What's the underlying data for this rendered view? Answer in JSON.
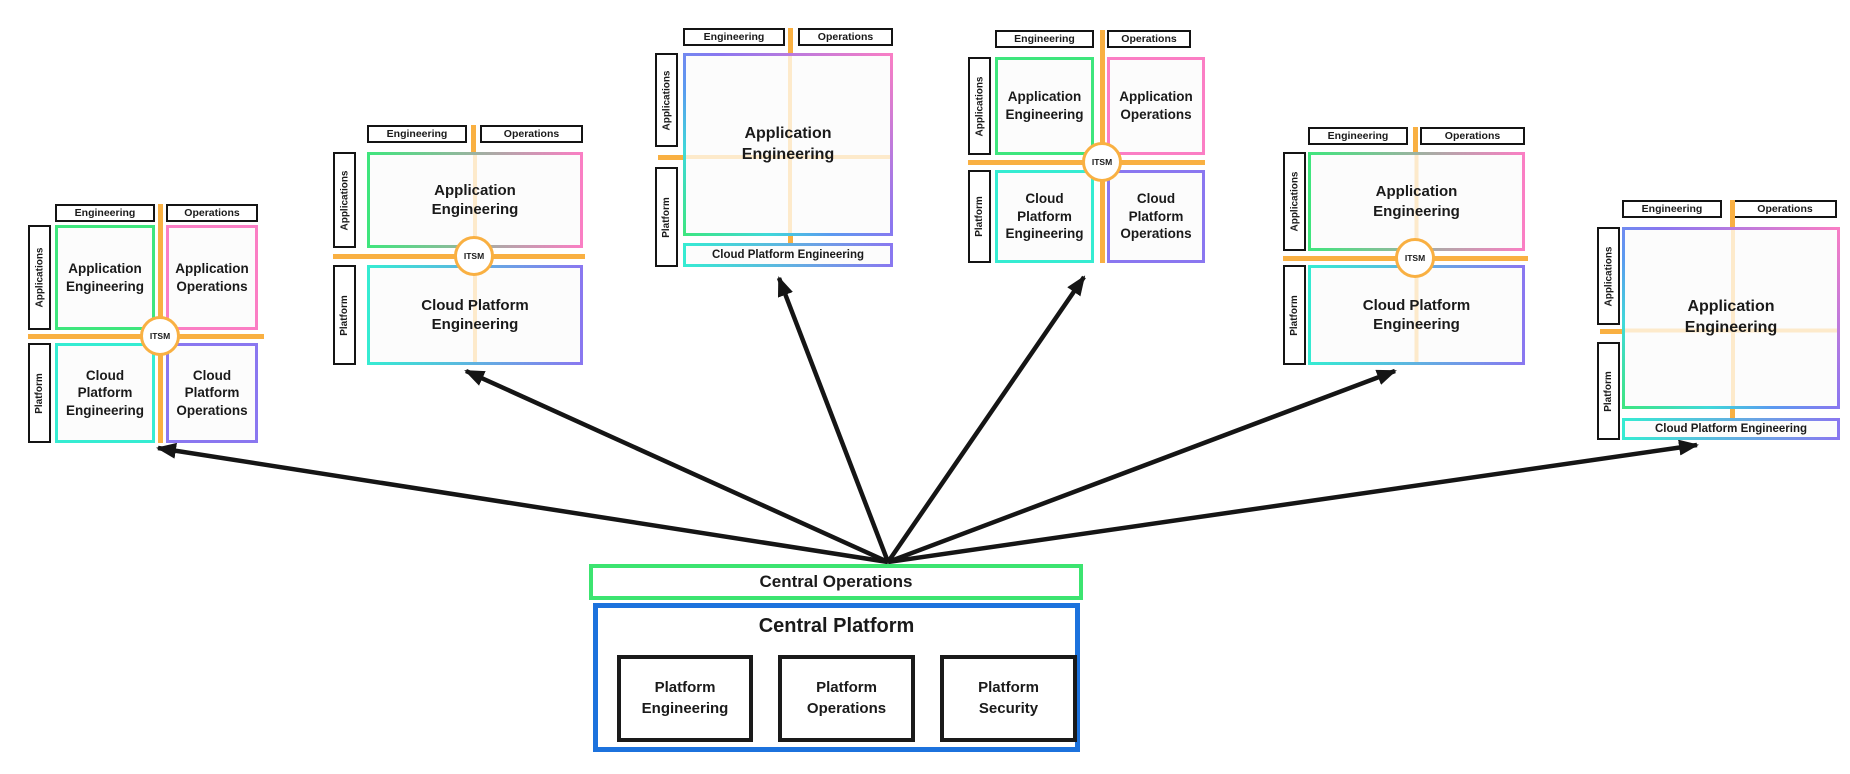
{
  "colors": {
    "green": "#3ee67d",
    "pink": "#fb7ec4",
    "cyan": "#35ecd2",
    "purple": "#8a77f0",
    "orange": "#f9b042",
    "orange_faint": "#fdeacb",
    "blue": "#1c72dd",
    "line_black": "#141414"
  },
  "diagrams": [
    {
      "type": "quadrant",
      "headers": [
        "Engineering",
        "Operations"
      ],
      "side_labels": [
        "Applications",
        "Platform"
      ],
      "hub_label": "ITSM",
      "cells": [
        "Application Engineering",
        "Application Operations",
        "Cloud Platform Engineering",
        "Cloud Platform Operations"
      ]
    },
    {
      "type": "bands",
      "headers": [
        "Engineering",
        "Operations"
      ],
      "side_labels": [
        "Applications",
        "Platform"
      ],
      "hub_label": "ITSM",
      "bands": [
        "Application Engineering",
        "Cloud Platform Engineering"
      ]
    },
    {
      "type": "merged",
      "headers": [
        "Engineering",
        "Operations"
      ],
      "side_labels": [
        "Applications",
        "Platform"
      ],
      "main_label": "Application Engineering",
      "strip_label": "Cloud Platform Engineering"
    },
    {
      "type": "quadrant",
      "headers": [
        "Engineering",
        "Operations"
      ],
      "side_labels": [
        "Applications",
        "Platform"
      ],
      "hub_label": "ITSM",
      "cells": [
        "Application Engineering",
        "Application Operations",
        "Cloud Platform Engineering",
        "Cloud Platform Operations"
      ]
    },
    {
      "type": "bands",
      "headers": [
        "Engineering",
        "Operations"
      ],
      "side_labels": [
        "Applications",
        "Platform"
      ],
      "hub_label": "ITSM",
      "bands": [
        "Application Engineering",
        "Cloud Platform Engineering"
      ]
    },
    {
      "type": "merged",
      "headers": [
        "Engineering",
        "Operations"
      ],
      "side_labels": [
        "Applications",
        "Platform"
      ],
      "main_label": "Application Engineering",
      "strip_label": "Cloud Platform Engineering"
    }
  ],
  "central": {
    "operations_label": "Central Operations",
    "platform": {
      "title": "Central Platform",
      "boxes": [
        "Platform Engineering",
        "Platform Operations",
        "Platform Security"
      ]
    }
  }
}
